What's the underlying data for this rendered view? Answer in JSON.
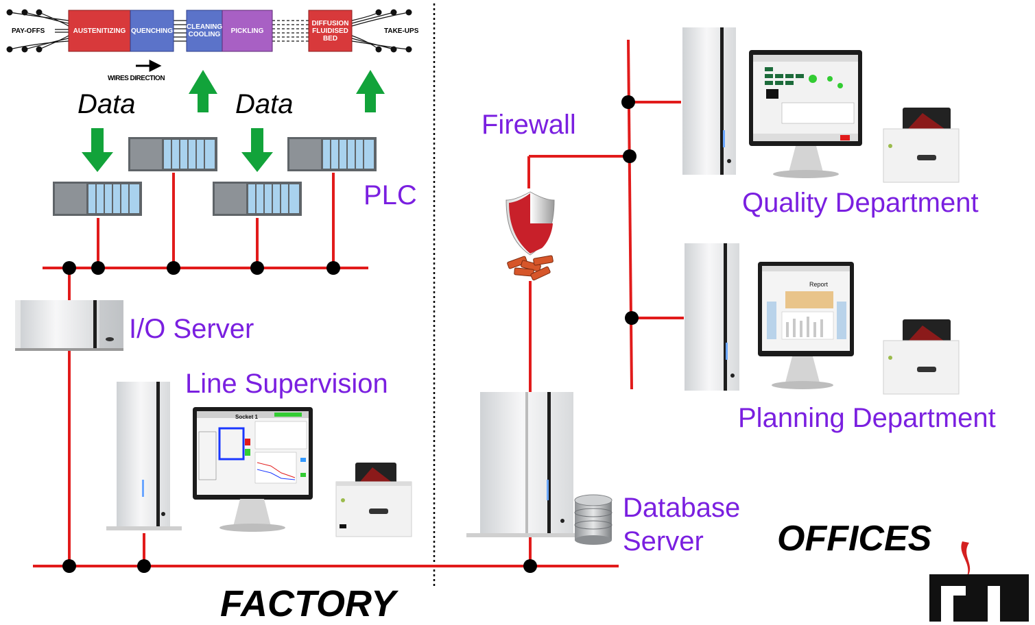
{
  "process_line": {
    "payoffs": "PAY-OFFS",
    "austenitizing": "AUSTENITIZING",
    "quenching": "QUENCHING",
    "cleaning_line1": "CLEANING",
    "cleaning_line2": "COOLING",
    "pickling": "PICKLING",
    "diffusion_line1": "DIFFUSION",
    "diffusion_line2": "FLUIDISED",
    "diffusion_line3": "BED",
    "takeups": "TAKE-UPS",
    "wires_direction": "WIRES DIRECTION"
  },
  "labels": {
    "data_left": "Data",
    "data_right": "Data",
    "plc": "PLC",
    "io_server": "I/O Server",
    "line_supervision": "Line Supervision",
    "firewall": "Firewall",
    "quality_department": "Quality Department",
    "planning_department": "Planning Department",
    "database_line1": "Database",
    "database_line2": "Server",
    "factory": "FACTORY",
    "offices": "OFFICES"
  },
  "screens": {
    "supervision_title": "Socket 1",
    "planning_title": "Report"
  },
  "colors": {
    "network": "#e11b1b",
    "arrow": "#12a33a",
    "label": "#7a1fe0",
    "austenitizing": "#d8393b",
    "quenching": "#5b73c9",
    "cleaning": "#5b73c9",
    "pickling": "#a860c4",
    "diffusion": "#d8393b"
  }
}
